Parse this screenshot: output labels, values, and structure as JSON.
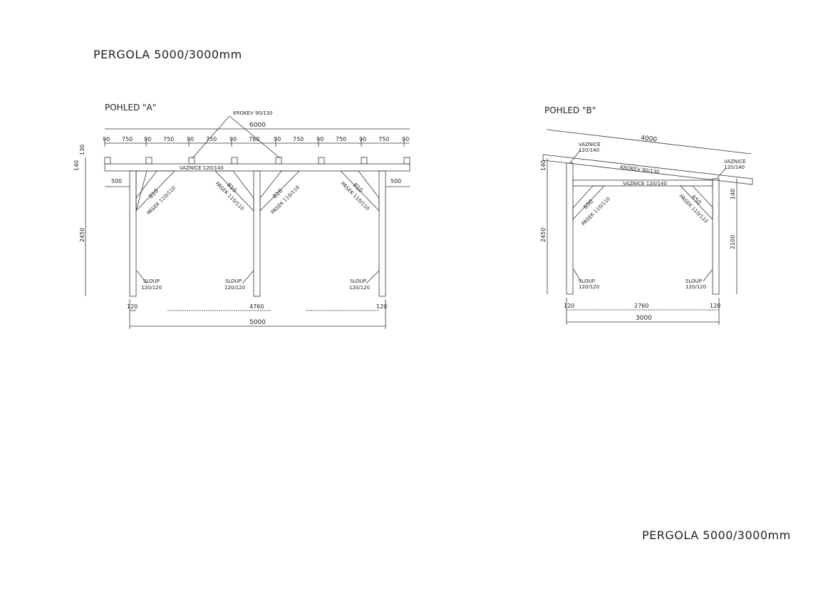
{
  "title_top": "PERGOLA 5000/3000mm",
  "title_bottom": "PERGOLA 5000/3000mm",
  "view_a": {
    "label": "POHLED \"A\"",
    "krokev": "KROKEV 90/130",
    "overall": "6000",
    "top_dims": [
      "90",
      "750",
      "90",
      "750",
      "90",
      "750",
      "90",
      "780",
      "90",
      "750",
      "90",
      "750",
      "90",
      "750",
      "90"
    ],
    "h130": "130",
    "h140": "140",
    "h2450": "2450",
    "vaznice": "VAZNICE 120/140",
    "o500l": "500",
    "o500r": "500",
    "brace_len": "810",
    "pasek": "PÁSEK 110/110",
    "sloup": "SLOUP",
    "sloup_size": "120/120",
    "b120l": "120",
    "b4760": "4760",
    "b120r": "120",
    "b5000": "5000"
  },
  "view_b": {
    "label": "POHLED \"B\"",
    "overall": "4000",
    "vaznice_tl": "VAZNICE",
    "vaznice_tl_size": "120/140",
    "vaznice_tr": "VAZNICE",
    "vaznice_tr_size": "120/140",
    "krokev": "KROKEV 90/130",
    "vaznice_mid": "VAZNICE 120/140",
    "h140l": "140",
    "h2450": "2450",
    "h140r": "140",
    "h2100": "2100",
    "brace_len": "650",
    "pasek": "PÁSEK 110/110",
    "sloup": "SLOUP",
    "sloup_size": "120/120",
    "b120l": "120",
    "b2760": "2760",
    "b120r": "120",
    "b3000": "3000"
  }
}
